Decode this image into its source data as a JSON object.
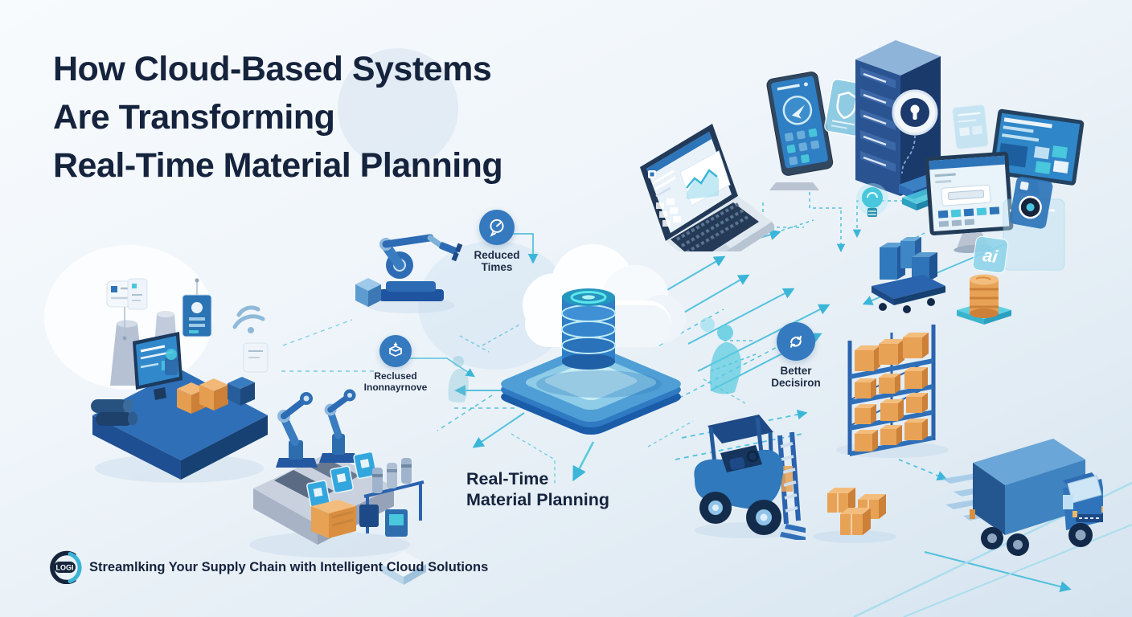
{
  "title": {
    "line1": "How Cloud-Based Systems",
    "line2": "Are Transforming",
    "line3": "Real-Time Material Planning"
  },
  "center_label": {
    "line1": "Real-Time",
    "line2": "Material Planning"
  },
  "badges": {
    "reduced_times": {
      "line1": "Reduced",
      "line2": "Times"
    },
    "reduced_inventory": {
      "line1": "Reclused",
      "line2": "Inonnayrnove"
    },
    "better_decision": {
      "line1": "Better",
      "line2": "Decisiron"
    }
  },
  "cards": {
    "ai_label": "ai"
  },
  "footer": {
    "logo_text": "LOGI",
    "tagline": "Streamlking Your Supply Chain with Intelligent Cloud Solutions"
  },
  "icons": {
    "reduced_times_badge": "speedometer-clock-icon",
    "reduced_inventory_badge": "inventory-box-icon",
    "better_decision_badge": "sync-cloud-icon",
    "factory": "wifi-icon",
    "server": "lock-icon",
    "tablet": "navigation-target-icon",
    "floating_card": "shield-icon",
    "idea": "lightbulb-icon"
  },
  "colors": {
    "navy_text": "#15233d",
    "primary_blue": "#2f6fb8",
    "accent_teal": "#3cb6d8",
    "orange": "#e8a255",
    "background_top": "#f6fafd",
    "background_bottom": "#d9e6f1"
  }
}
